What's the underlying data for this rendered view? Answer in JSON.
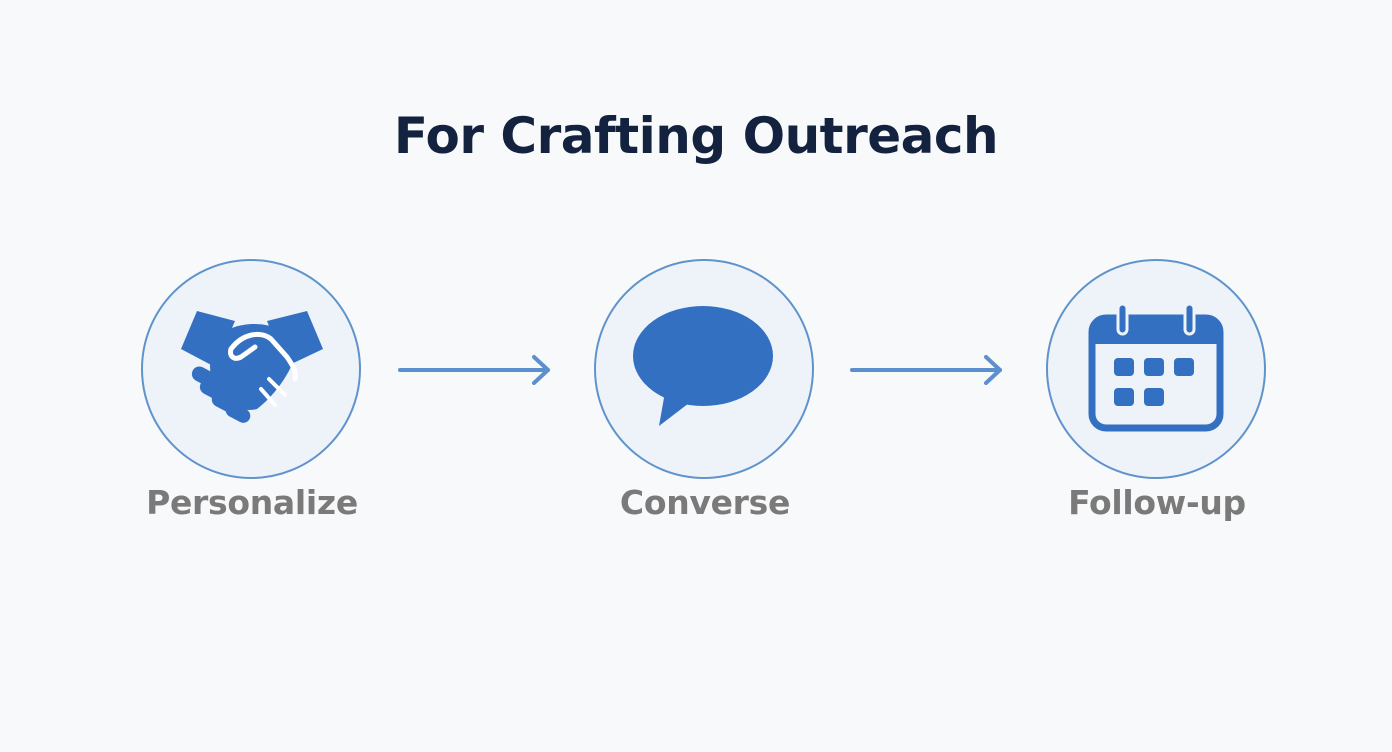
{
  "title": "For Crafting Outreach",
  "steps": [
    {
      "label": "Personalize",
      "icon": "handshake-icon"
    },
    {
      "label": "Converse",
      "icon": "speech-bubble-icon"
    },
    {
      "label": "Follow-up",
      "icon": "calendar-icon"
    }
  ],
  "colors": {
    "title": "#13233f",
    "accent": "#3470c2",
    "circle_border": "#5f93cb",
    "circle_fill": "#eef3f9",
    "label": "#7a7a7a",
    "background": "#f8f9fa"
  }
}
